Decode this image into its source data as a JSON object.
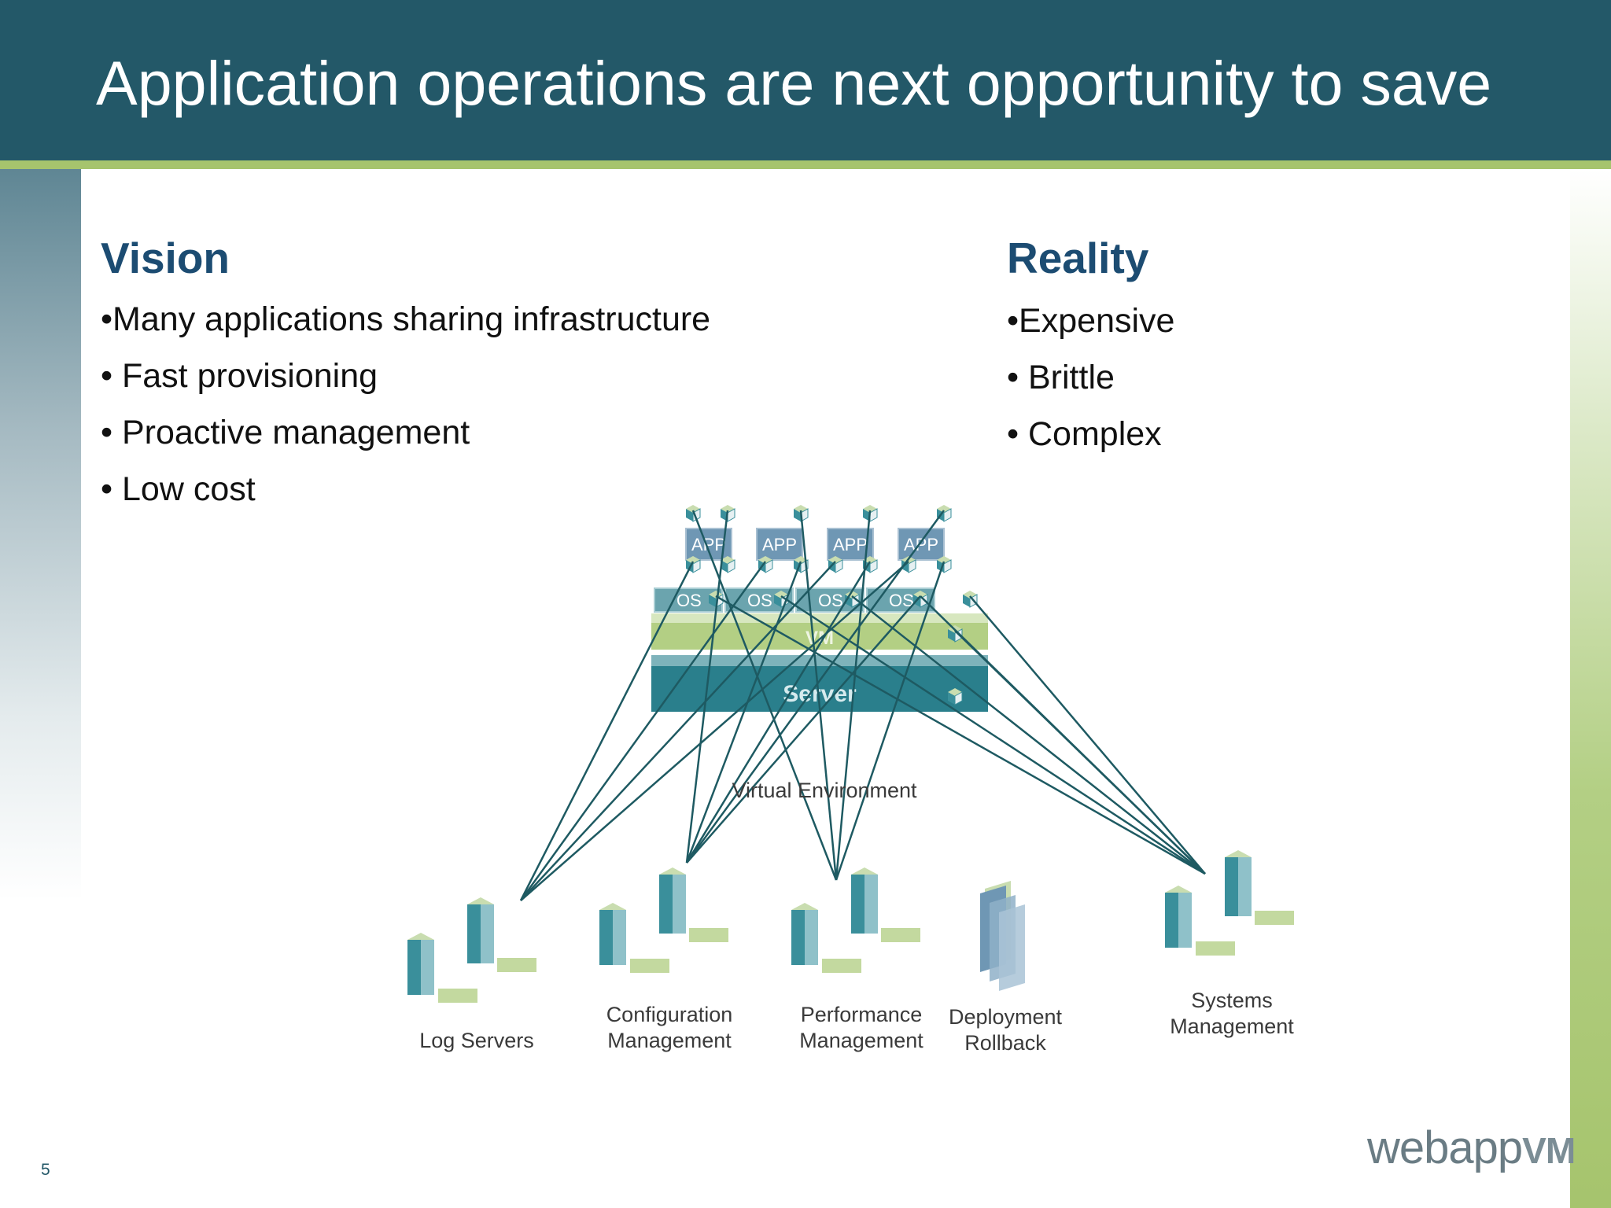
{
  "title": "Application operations are next opportunity to save",
  "vision": {
    "heading": "Vision",
    "bullets": [
      "•Many applications sharing infrastructure",
      "• Fast provisioning",
      "• Proactive management",
      "• Low cost"
    ]
  },
  "reality": {
    "heading": "Reality",
    "bullets": [
      "•Expensive",
      "• Brittle",
      "• Complex"
    ]
  },
  "diagram": {
    "stack": {
      "app_label": "APP",
      "os_label": "OS",
      "vm_label": "VM",
      "server_label": "Server",
      "caption": "Virtual Environment"
    },
    "tools": [
      {
        "lines": [
          "Log Servers"
        ]
      },
      {
        "lines": [
          "Configuration",
          "Management"
        ]
      },
      {
        "lines": [
          "Performance",
          "Management"
        ]
      },
      {
        "lines": [
          "Deployment",
          "Rollback"
        ]
      },
      {
        "lines": [
          "Systems",
          "Management"
        ]
      }
    ]
  },
  "slide_number": "5",
  "logo": {
    "main": "webapp",
    "suffix": "VM"
  },
  "colors": {
    "header": "#235868",
    "accent_green": "#a6c46d",
    "heading": "#1c4c72",
    "teal": "#2a7f8c"
  }
}
